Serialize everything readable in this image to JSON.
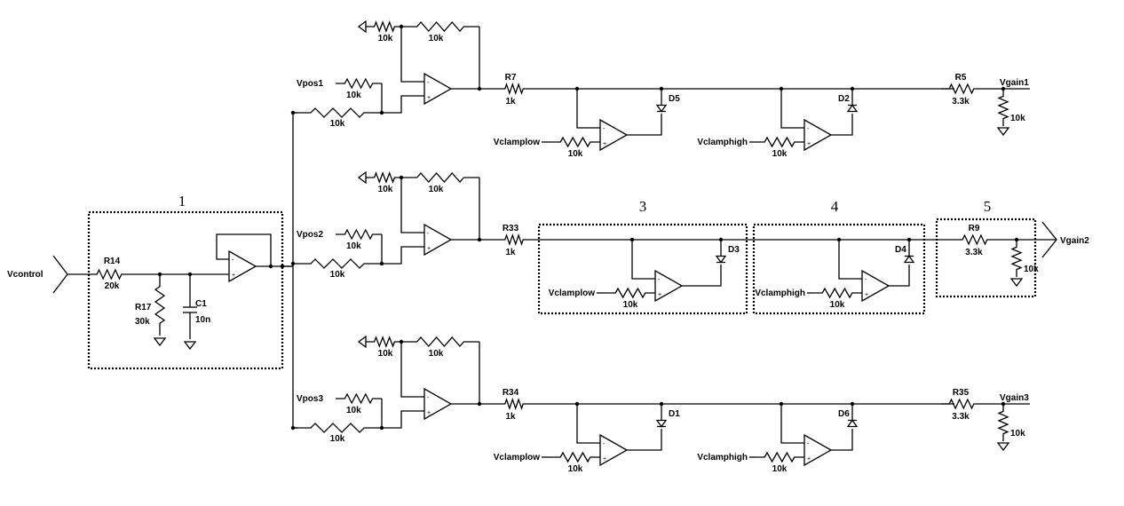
{
  "signals": {
    "input": "Vcontrol",
    "outputs": [
      "Vgain1",
      "Vgain2",
      "Vgain3"
    ],
    "offsets": [
      "Vpos1",
      "Vpos2",
      "Vpos3"
    ],
    "clamp_low": "Vclamplow",
    "clamp_high": "Vclamphigh"
  },
  "input_stage": {
    "r_series": {
      "name": "R14",
      "value": "20k"
    },
    "r_shunt": {
      "name": "R17",
      "value": "30k"
    },
    "cap": {
      "name": "C1",
      "value": "10n"
    }
  },
  "channels": [
    {
      "gain_resistors": [
        "10k",
        "10k"
      ],
      "sum_resistors": [
        "10k",
        "10k"
      ],
      "series": {
        "name": "R7",
        "value": "1k"
      },
      "low_diode": "D5",
      "clamp_resistor": "10k",
      "high_diode": "D2",
      "clamp_resistor_high": "10k",
      "out_resistor": {
        "name": "R5",
        "value": "3.3k"
      },
      "load": "10k"
    },
    {
      "gain_resistors": [
        "10k",
        "10k"
      ],
      "sum_resistors": [
        "10k",
        "10k"
      ],
      "series": {
        "name": "R33",
        "value": "1k"
      },
      "low_diode": "D3",
      "clamp_resistor": "10k",
      "high_diode": "D4",
      "clamp_resistor_high": "10k",
      "out_resistor": {
        "name": "R9",
        "value": "3.3k"
      },
      "load": "10k"
    },
    {
      "gain_resistors": [
        "10k",
        "10k"
      ],
      "sum_resistors": [
        "10k",
        "10k"
      ],
      "series": {
        "name": "R34",
        "value": "1k"
      },
      "low_diode": "D1",
      "clamp_resistor": "10k",
      "high_diode": "D6",
      "clamp_resistor_high": "10k",
      "out_resistor": {
        "name": "R35",
        "value": "3.3k"
      },
      "load": "10k"
    }
  ],
  "block_labels": [
    "1",
    "3",
    "4",
    "5"
  ]
}
